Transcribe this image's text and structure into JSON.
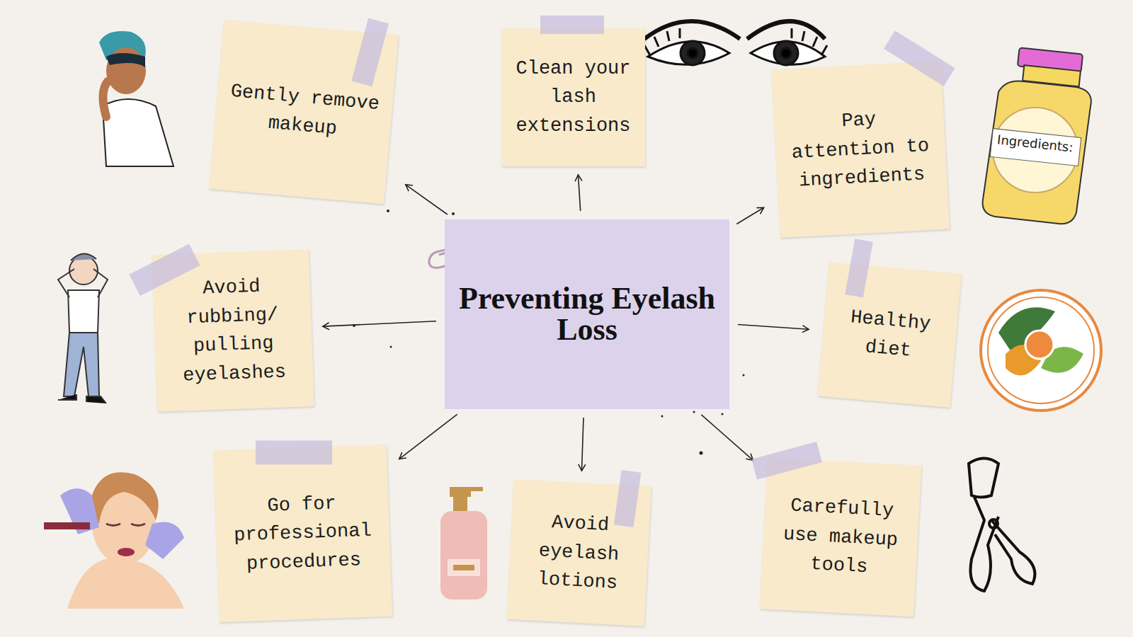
{
  "diagram": {
    "nodes": [
      {
        "text": [
          "Preventing Eyelash Loss"
        ]
      },
      {
        "text": [
          "Gently remove makeup"
        ]
      },
      {
        "text": [
          "Clean your lash extensions"
        ]
      },
      {
        "text": [
          "Pay attention to ingredients"
        ]
      },
      {
        "text": [
          "Avoid rubbing/ pulling eyelashes"
        ]
      },
      {
        "text": [
          "Healthy diet"
        ]
      },
      {
        "text": [
          "Go for professional procedures"
        ]
      },
      {
        "text": [
          "Avoid eyelash lotions"
        ]
      },
      {
        "text": [
          "Carefully use makeup tools"
        ]
      }
    ],
    "edges": [
      {
        "from": 0,
        "to": 1,
        "arrow": "to"
      },
      {
        "from": 0,
        "to": 2,
        "arrow": "to"
      },
      {
        "from": 0,
        "to": 3,
        "arrow": "to"
      },
      {
        "from": 0,
        "to": 4,
        "arrow": "to"
      },
      {
        "from": 0,
        "to": 5,
        "arrow": "to"
      },
      {
        "from": 0,
        "to": 6,
        "arrow": "to"
      },
      {
        "from": 0,
        "to": 7,
        "arrow": "to"
      },
      {
        "from": 0,
        "to": 8,
        "arrow": "to"
      }
    ],
    "labels": [
      "Ingredients:"
    ]
  }
}
